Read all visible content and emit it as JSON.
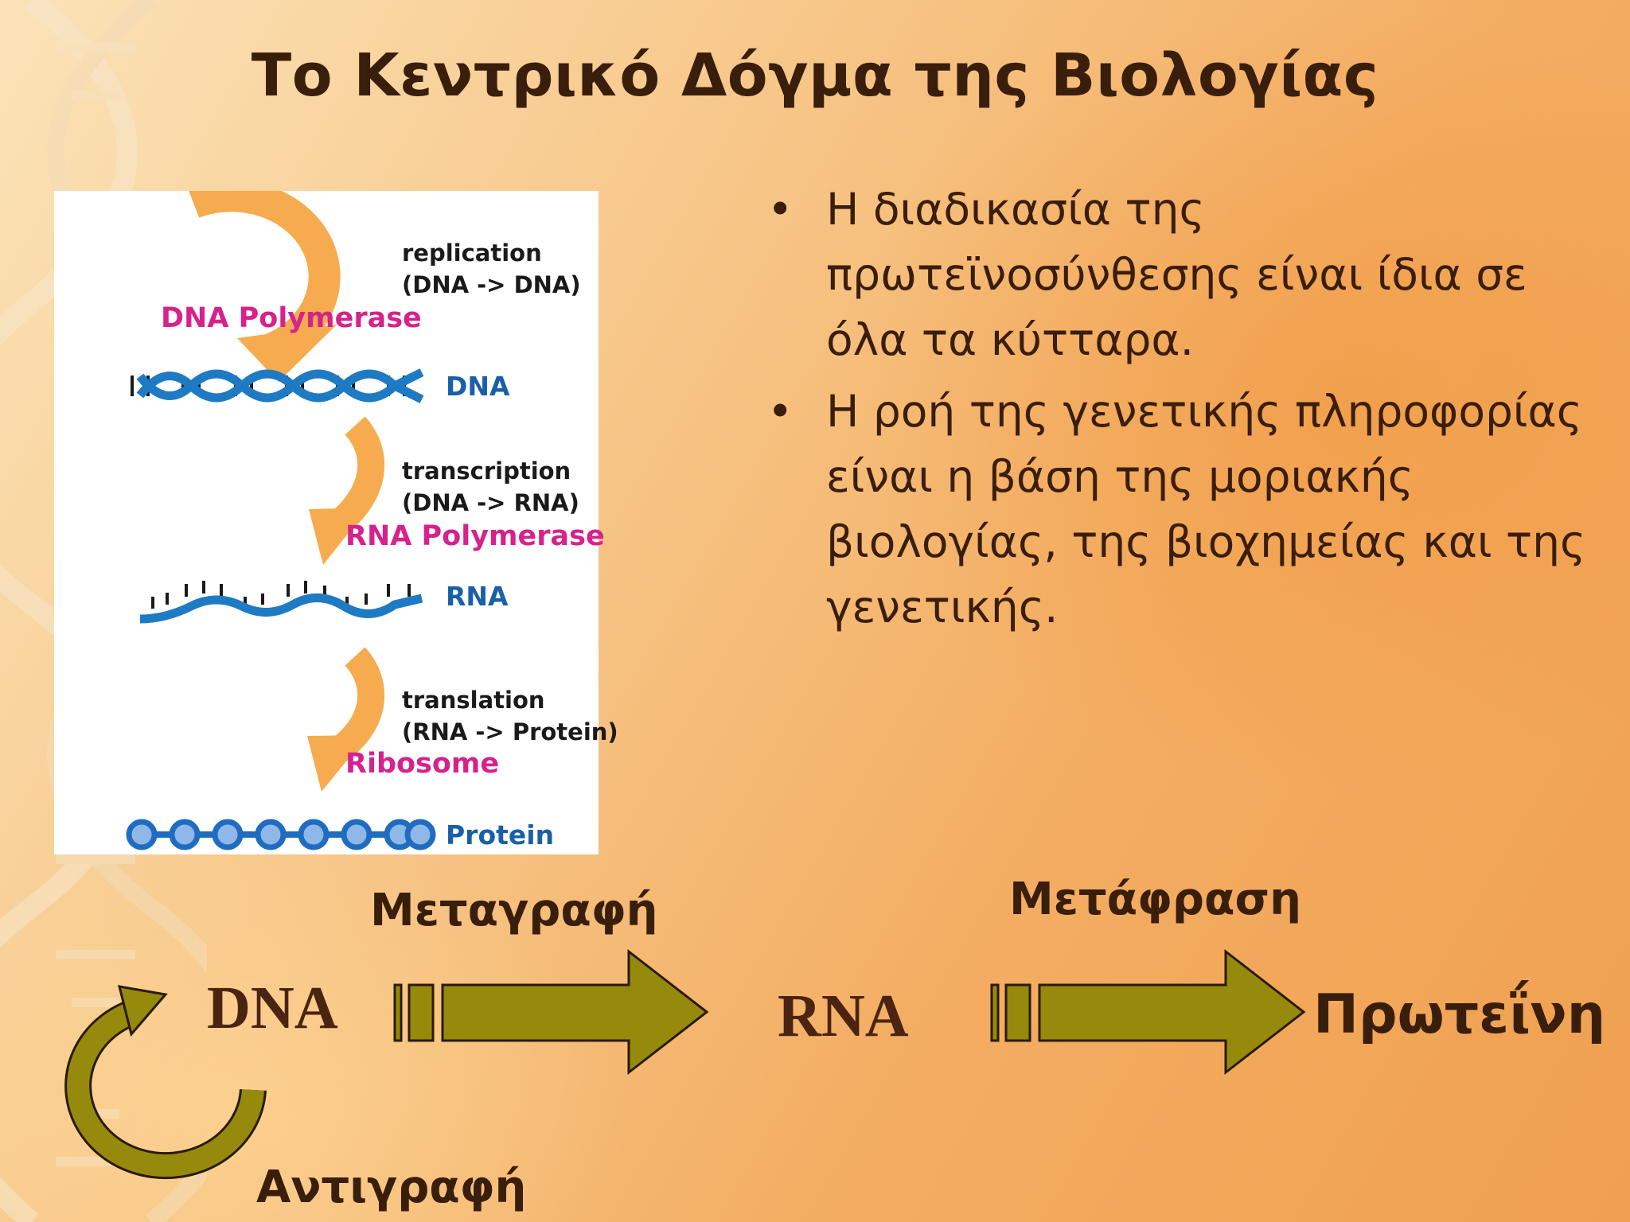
{
  "title": "Το Κεντρικό Δόγμα της Βιολογίας",
  "figure": {
    "replication": {
      "process": "replication",
      "reaction": "(DNA -> DNA)",
      "enzyme": "DNA Polymerase",
      "product": "DNA"
    },
    "transcription": {
      "process": "transcription",
      "reaction": "(DNA -> RNA)",
      "enzyme": "RNA Polymerase",
      "product": "RNA"
    },
    "translation": {
      "process": "translation",
      "reaction": "(RNA -> Protein)",
      "enzyme": "Ribosome",
      "product": "Protein"
    }
  },
  "bullets": [
    {
      "marker": "•",
      "text": "Η διαδικασία της πρωτεϊνοσύνθεσης είναι ίδια σε όλα τα κύτταρα."
    },
    {
      "marker": "•",
      "text": "Η ροή της γενετικής πληροφορίας είναι η βάση της μοριακής βιολογίας, της βιοχημείας και της γενετικής."
    }
  ],
  "flow": {
    "dna": "DNA",
    "rna": "RNA",
    "protein": "Πρωτεΐνη",
    "transcription": "Μεταγραφή",
    "translation": "Μετάφραση",
    "replication": "Αντιγραφή"
  },
  "colors": {
    "arrow_fill": "#958a0c",
    "figure_arrow": "#f6ac4e",
    "helix_blue": "#1f7ac4",
    "enzyme_magenta": "#d6228c",
    "text_dark": "#3a1e0c"
  }
}
